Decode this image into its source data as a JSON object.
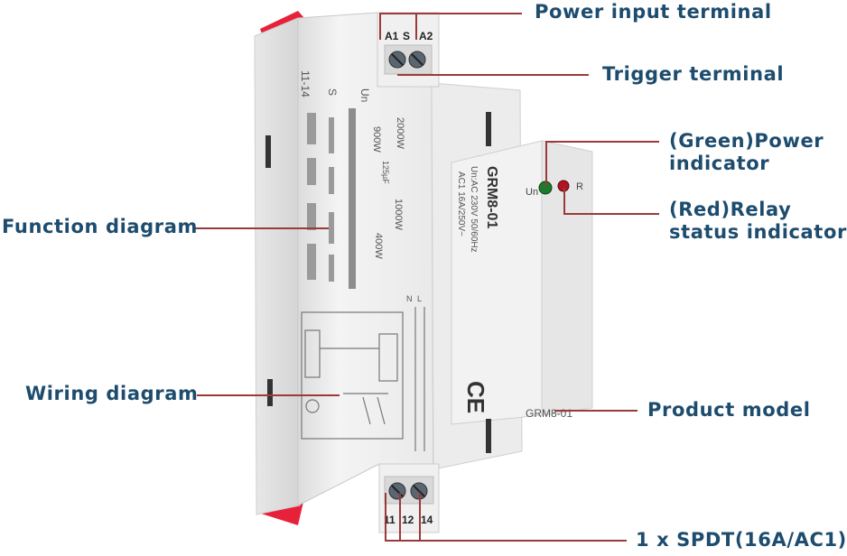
{
  "device": {
    "model": "GRM8-01",
    "specs": [
      "Un:AC 230V 50/60Hz",
      "AC1 16A/250V~"
    ],
    "top_terminals": [
      "A1",
      "S",
      "A2"
    ],
    "bottom_terminals": [
      "11",
      "12",
      "14"
    ],
    "face_labels": [
      "Un",
      "S",
      "11-14"
    ],
    "loads": [
      "2000W",
      "900W",
      "125µF",
      "1000W",
      "400W"
    ],
    "led_labels": [
      "Un",
      "R"
    ],
    "model_label": "GRM8-01",
    "ce_mark": "CE",
    "wiring_labels": [
      "L",
      "N",
      "A1",
      "S",
      "A2",
      "11",
      "12",
      "14"
    ]
  },
  "callouts": {
    "power_input": "Power input terminal",
    "trigger": "Trigger terminal",
    "green_power_1": "(Green)Power",
    "green_power_2": "indicator",
    "red_relay_1": "(Red)Relay",
    "red_relay_2": "status indicator",
    "function_diagram": "Function diagram",
    "wiring_diagram": "Wiring diagram",
    "product_model": "Product model",
    "spdt": "1 x SPDT(16A/AC1)"
  },
  "colors": {
    "callout_text": "#1d4c6e",
    "leader_line": "#9b3a3a",
    "housing": "#f1f1f1",
    "clip_red": "#e8213a",
    "led_green": "#1f7a2e",
    "led_red": "#b3121f"
  }
}
